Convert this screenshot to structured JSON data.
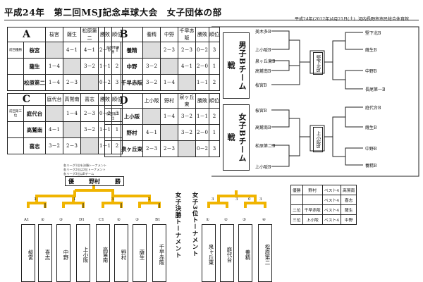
{
  "title": "平成24年　第二回MSJ記念卓球大会　女子団体の部",
  "date": "平成24年(2012年)4月21日(土)",
  "venue": "河内長野市市民総合体育館",
  "groups": [
    {
      "letter": "A",
      "header": [
        "桜宮",
        "薩生",
        "松原第二",
        "勝敗",
        "順位"
      ],
      "rows": [
        {
          "tag": "前回優勝",
          "team": "桜宮",
          "cells": [
            "",
            "4－1",
            "4－1",
            "2－0",
            "1"
          ]
        },
        {
          "tag": "",
          "team": "薩生",
          "cells": [
            "1－4",
            "",
            "3－2",
            "1－1",
            "2"
          ]
        },
        {
          "tag": "",
          "team": "松原第二",
          "cells": [
            "1－4",
            "2－3",
            "",
            "0－2",
            "3"
          ]
        }
      ]
    },
    {
      "letter": "B",
      "header": [
        "養精",
        "中野",
        "千早赤阪",
        "勝敗",
        "順位"
      ],
      "rows": [
        {
          "tag": "前回準優勝",
          "team": "養精",
          "cells": [
            "",
            "2－3",
            "2－3",
            "0－2",
            "3"
          ]
        },
        {
          "tag": "",
          "team": "中野",
          "cells": [
            "3－2",
            "",
            "4－1",
            "2－0",
            "1"
          ]
        },
        {
          "tag": "",
          "team": "千早赤阪",
          "cells": [
            "3－2",
            "1－4",
            "",
            "1－1",
            "2"
          ]
        }
      ]
    },
    {
      "letter": "C",
      "header": [
        "庭代台",
        "高鷲南",
        "喜志",
        "勝敗",
        "順位"
      ],
      "rows": [
        {
          "tag": "前回第三位",
          "team": "庭代台",
          "cells": [
            "",
            "1－4",
            "2－3",
            "0－2",
            "3"
          ]
        },
        {
          "tag": "",
          "team": "高鷲南",
          "cells": [
            "4－1",
            "",
            "3－2",
            "1－1",
            "1"
          ]
        },
        {
          "tag": "",
          "team": "喜志",
          "cells": [
            "3－2",
            "2－3",
            "",
            "1－1",
            "2"
          ]
        }
      ]
    },
    {
      "letter": "D",
      "header": [
        "上小阪",
        "野村",
        "泉ヶ丘東",
        "勝敗",
        "順位"
      ],
      "rows": [
        {
          "tag": "前回第三位",
          "team": "上小阪",
          "cells": [
            "",
            "1－4",
            "3－2",
            "1－1",
            "2"
          ]
        },
        {
          "tag": "",
          "team": "野村",
          "cells": [
            "4－1",
            "",
            "3－2",
            "2－0",
            "1"
          ]
        },
        {
          "tag": "",
          "team": "泉ヶ丘東",
          "cells": [
            "2－3",
            "2－3",
            "",
            "0－2",
            "3"
          ]
        }
      ]
    }
  ],
  "notes": [
    "各リーグ1位を決勝トーナメント",
    "各リーグ2位は3位トーナメント",
    "各リーグ3位はBチーム"
  ],
  "boys_b": {
    "label": "男子Bチーム戦",
    "left": [
      "美木多B",
      "泉ヶ丘東B",
      "高鷲南B",
      "桜宮B",
      "上小阪B"
    ],
    "right": [
      "堅下北B",
      "薩生B",
      "中野B",
      "長尾第一B"
    ],
    "winner": "堅下北B"
  },
  "girls_b": {
    "label": "女子Bチーム戦",
    "left": [
      "桜宮B",
      "高鷲南B",
      "松原第二B",
      "上小阪B"
    ],
    "right": [
      "庭代台B",
      "薩生B",
      "中野B",
      "養精B"
    ],
    "winner": "上小阪B"
  },
  "champion": {
    "label": "優",
    "team": "野村",
    "suffix": "勝"
  },
  "final_title": "女子決勝トーナメント",
  "third_title": "女子3位トーナメント",
  "final_teams": [
    {
      "seed": "A1",
      "team": "桜宮"
    },
    {
      "seed": "②",
      "team": "喜志"
    },
    {
      "seed": "③",
      "team": "中野"
    },
    {
      "seed": "D1",
      "team": "上小阪"
    },
    {
      "seed": "C1",
      "team": "高鷲南"
    },
    {
      "seed": "②",
      "team": "野村"
    },
    {
      "seed": "③",
      "team": "薩生"
    },
    {
      "seed": "B1",
      "team": "千早赤阪"
    }
  ],
  "third_teams": [
    {
      "seed": "①",
      "team": "泉ヶ丘東"
    },
    {
      "seed": "②",
      "team": "庭代台"
    },
    {
      "seed": "③",
      "team": "養精"
    },
    {
      "seed": "④",
      "team": "松原第二"
    }
  ],
  "scores_small": [
    "3",
    "1",
    "3",
    "2",
    "3",
    "3",
    "0",
    "3"
  ],
  "legend": [
    [
      "優勝",
      "野村",
      "ベスト4",
      "高鷲南"
    ],
    [
      "",
      "",
      "ベスト4",
      "喜志"
    ],
    [
      "二位",
      "千早赤阪",
      "ベスト4",
      "薩生"
    ],
    [
      "三位",
      "上小阪",
      "ベスト4",
      "中野"
    ]
  ],
  "colors": {
    "bracket_gold": "#f0b400",
    "line": "#222222",
    "shade": "#dddddd"
  }
}
